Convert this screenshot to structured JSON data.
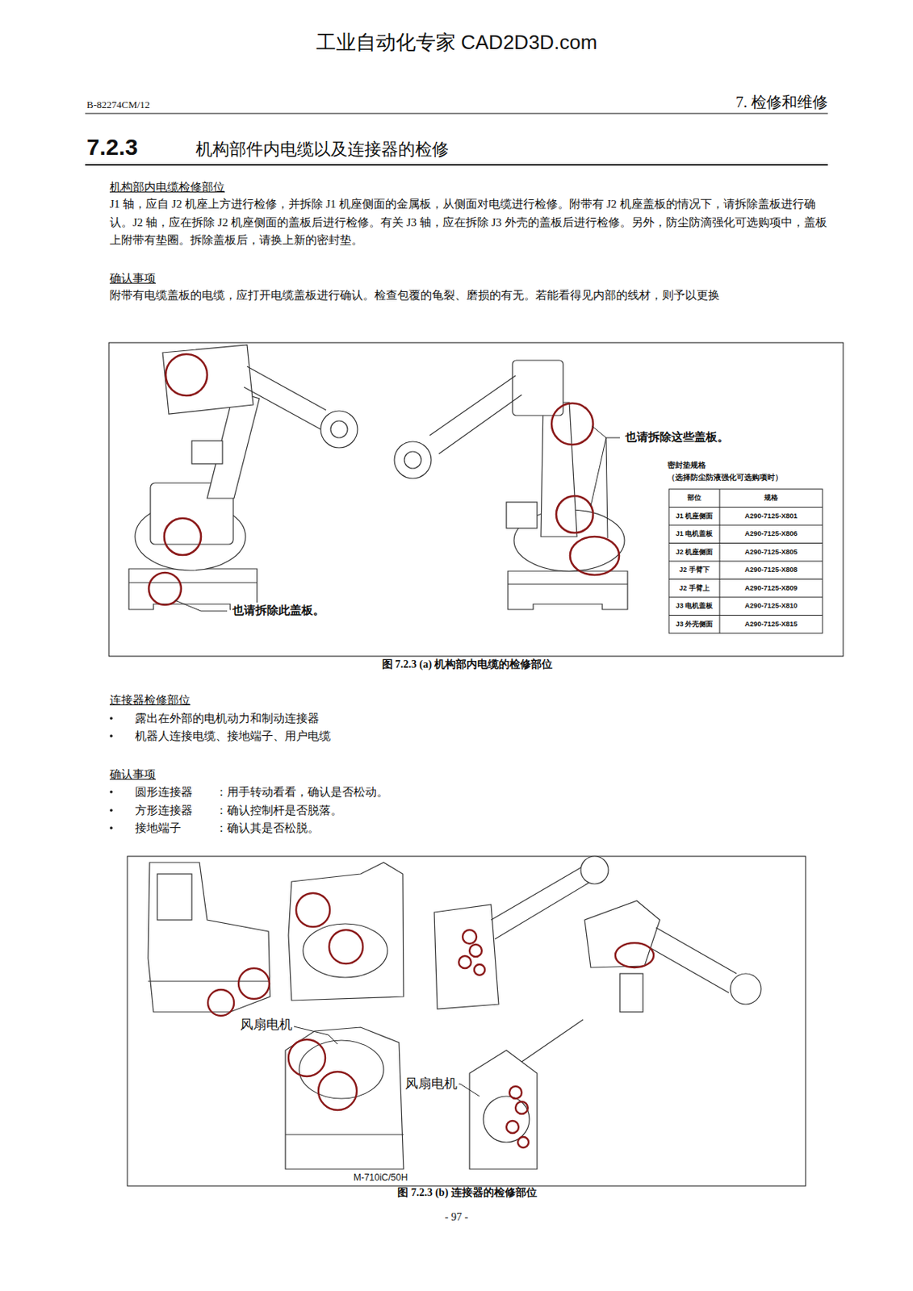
{
  "diagram": {
    "title": "机构部件内电缆以及连接器的检修",
    "caption": "图 7.2.3 (a) 机构部内电缆的检修部位",
    "labels": [
      "工业自动化专家 CAD2D3D.com",
      "B-82274CM/12",
      "7. 检修和维修",
      "7.2.3",
      "机构部内电缆检修部位",
      "J1 轴，应自 J2 机座上方进行检修，并拆除 J1 机座侧面的金属板，从侧面对电缆进行检修。附带有 J2 机座盖板的情况下，请拆除盖板进行确认。J2 轴，应在拆除 J2 机座侧面的盖板后进行检修。有关 J3 轴，应在拆除 J3 外壳的盖板后进行检修。另外，防尘防滴强化可选购项中，盖板上附带有垫圈。拆除盖板后，请换上新的密封垫。",
      "确认事项",
      "附带有电缆盖板的电缆，应打开电缆盖板进行确认。检查包覆的龟裂、磨损的有无。若能看得见内部的线材，则予以更换",
      "也请拆除此盖板。",
      "也请拆除这些盖板。",
      "密封垫规格",
      "（选择防尘防液强化可选购项时）",
      "部位",
      "规格",
      "J1 机座侧面",
      "A290-7125-X801",
      "J1 电机盖板",
      "A290-7125-X806",
      "J2 机座侧面",
      "A290-7125-X805",
      "J2 手臂下",
      "A290-7125-X808",
      "J2 手臂上",
      "A290-7125-X809",
      "J3 电机盖板",
      "A290-7125-X810",
      "J3 外壳侧面",
      "A290-7125-X815",
      "连接器检修部位",
      "露出在外部的电机动力和制动连接器",
      "机器人连接电缆、接地端子、用户电缆",
      "确认事项",
      "圆形连接器",
      "：用手转动看看，确认是否松动。",
      "方形连接器",
      "：确认控制杆是否脱落。",
      "接地端子",
      "：确认其是否松脱。",
      "风扇电机",
      "风扇电机",
      "M-710iC/50H",
      "图 7.2.3 (b) 连接器的检修部位",
      "- 97 -"
    ]
  }
}
